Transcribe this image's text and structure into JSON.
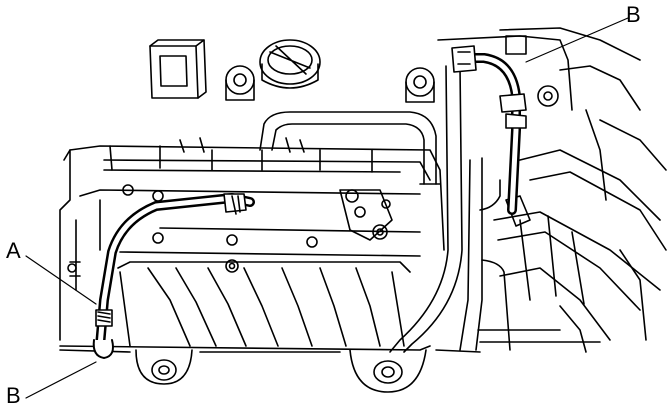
{
  "callouts": {
    "a": "A",
    "b_top": "B",
    "b_bottom": "B"
  }
}
